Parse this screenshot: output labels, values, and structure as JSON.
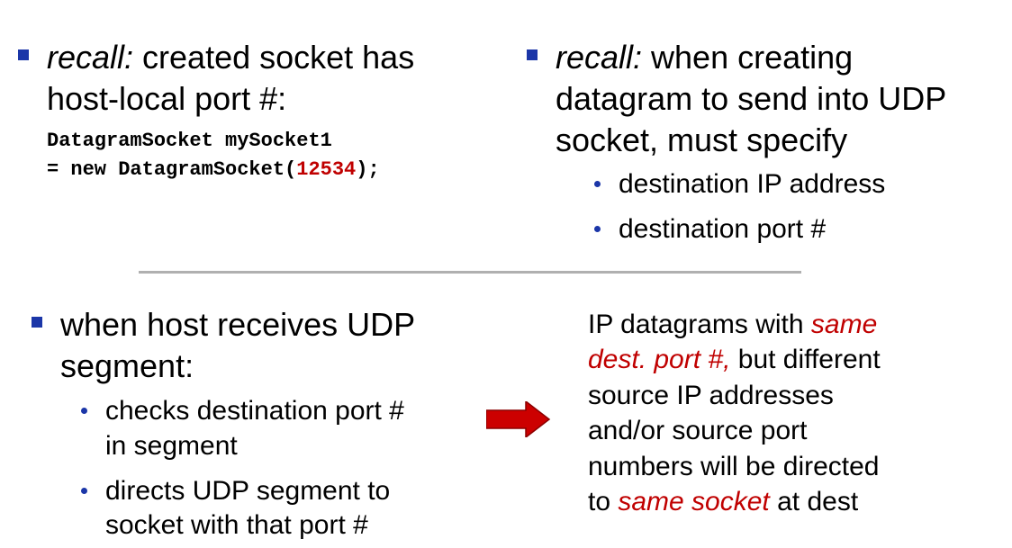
{
  "colors": {
    "bullet": "#1b36a8",
    "accent_red": "#c00000",
    "divider": "#b0b0b0",
    "arrow": "#cc0000"
  },
  "top_left": {
    "recall": "recall:",
    "line1_rest": " created socket has",
    "line2": "host-local port #:",
    "code_line1": "DatagramSocket mySocket1",
    "code_line2_prefix": "= new DatagramSocket(",
    "code_port": "12534",
    "code_line2_suffix": ");"
  },
  "top_right": {
    "recall": "recall:",
    "line1_rest": " when creating",
    "line2": "datagram to send into UDP",
    "line3": "socket, must specify",
    "sub1": "destination IP address",
    "sub2": "destination port #"
  },
  "bottom_left": {
    "line1": "when host receives UDP",
    "line2": "segment:",
    "sub1_line1": "checks destination port #",
    "sub1_line2": "in segment",
    "sub2_line1": "directs UDP segment to",
    "sub2_line2": "socket with that port #"
  },
  "bottom_right": {
    "l1_a": "IP datagrams with ",
    "l1_b": "same",
    "l2_a": "dest. port #,",
    "l2_b": " but different",
    "l3": "source IP addresses",
    "l4": "and/or source port",
    "l5": "numbers will be directed",
    "l6_a": "to ",
    "l6_b": "same socket",
    "l6_c": " at dest"
  },
  "icons": {
    "arrow": "right-arrow-icon"
  }
}
